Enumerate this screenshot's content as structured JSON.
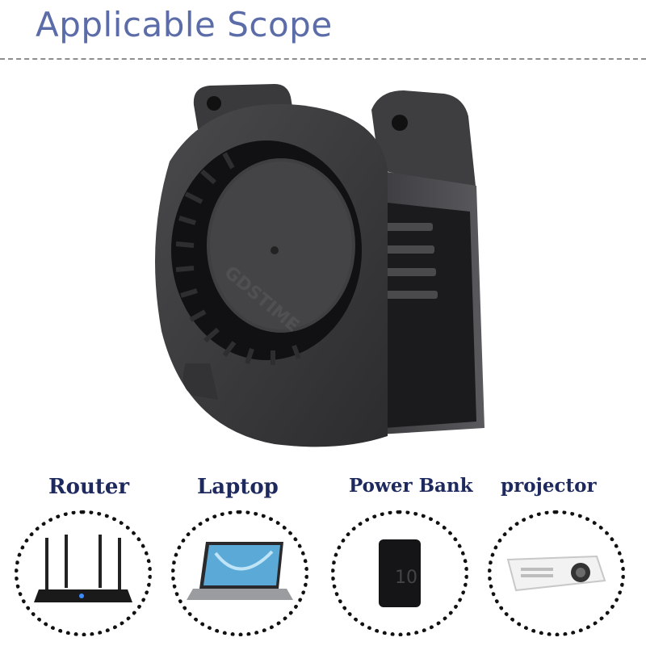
{
  "header": {
    "title": "Applicable Scope"
  },
  "product": {
    "watermark": "GDSTIME",
    "icon": "blower-fan-icon"
  },
  "applications": [
    {
      "label": "Router",
      "icon": "router-icon"
    },
    {
      "label": "Laptop",
      "icon": "laptop-icon"
    },
    {
      "label": "Power Bank",
      "icon": "power-bank-icon"
    },
    {
      "label": "projector",
      "icon": "projector-icon"
    }
  ],
  "colors": {
    "title": "#5b6ca8",
    "labels": "#1e2a5e",
    "fan_body": "#3a3a3c"
  }
}
